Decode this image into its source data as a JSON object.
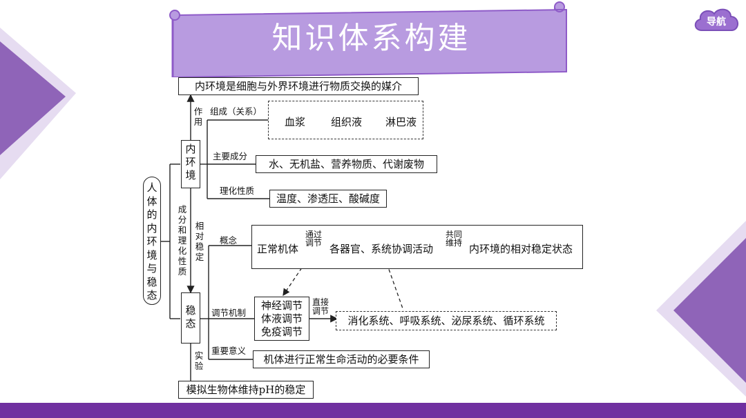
{
  "nav_label": "导航",
  "title": "知识体系构建",
  "root": "人体的内环境与稳态",
  "top_box": "内环境是细胞与外界环境进行物质交换的媒介",
  "zuoyong": "作用",
  "neihuanjing": "内环境",
  "wentai": "稳态",
  "composition": {
    "label": "组成（关系）",
    "items": [
      "血浆",
      "组织液",
      "淋巴液"
    ]
  },
  "main_components": {
    "label": "主要成分",
    "value": "水、无机盐、营养物质、代谢废物"
  },
  "physchem": {
    "label": "理化性质",
    "value": "温度、渗透压、酸碱度"
  },
  "link_label": "成分和理化性质",
  "link_label2": "相对稳定",
  "concept": {
    "label": "概念",
    "start": "正常机体",
    "via": "通过调节",
    "middle": "各器官、系统协调活动",
    "together": "共同维持",
    "end": "内环境的相对稳定状态"
  },
  "regulation": {
    "label": "调节机制",
    "box": [
      "神经调节",
      "体液调节",
      "免疫调节"
    ],
    "direct": "直接调节",
    "systems": "消化系统、呼吸系统、泌尿系统、循环系统"
  },
  "significance": {
    "label": "重要意义",
    "value": "机体进行正常生命活动的必要条件"
  },
  "experiment": {
    "label": "实验",
    "value": "模拟生物体维持pH的稳定"
  },
  "colors": {
    "accent": "#7030a0",
    "banner": "#b89be0",
    "banner_border": "#8e5bc8"
  }
}
